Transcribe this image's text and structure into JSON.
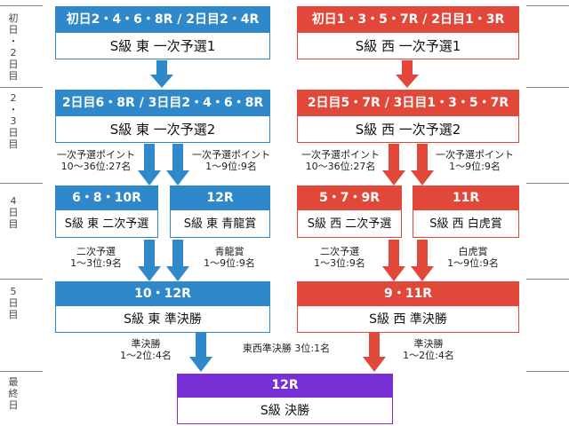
{
  "colors": {
    "east": "#2f88c9",
    "west": "#e2483a",
    "final": "#7730d6"
  },
  "days": {
    "d1": "初\n日\n・\n2\n日\n目",
    "d2": "2\n・\n3\n日\n目",
    "d3": "4\n日\n目",
    "d4": "5\n日\n目",
    "d5": "最\n終\n日"
  },
  "boxes": {
    "e1": {
      "races": "初日2・4・6・8R / 2日目2・4R",
      "name": "S級 東 一次予選1"
    },
    "w1": {
      "races": "初日1・3・5・7R / 2日目1・3R",
      "name": "S級 西 一次予選1"
    },
    "e2": {
      "races": "2日目6・8R / 3日目2・4・6・8R",
      "name": "S級 東 一次予選2"
    },
    "w2": {
      "races": "2日目5・7R / 3日目1・3・5・7R",
      "name": "S級 西 一次予選2"
    },
    "e3a": {
      "races": "6・8・10R",
      "name": "S級 東 二次予選"
    },
    "e3b": {
      "races": "12R",
      "name": "S級 東 青龍賞"
    },
    "w3a": {
      "races": "5・7・9R",
      "name": "S級 西 二次予選"
    },
    "w3b": {
      "races": "11R",
      "name": "S級 西 白虎賞"
    },
    "e4": {
      "races": "10・12R",
      "name": "S級 東 準決勝"
    },
    "w4": {
      "races": "9・11R",
      "name": "S級 西 準決勝"
    },
    "f": {
      "races": "12R",
      "name": "S級 決勝"
    }
  },
  "labels": {
    "e_pt_l": {
      "l1": "一次予選ポイント",
      "l2": "10〜36位:27名"
    },
    "e_pt_r": {
      "l1": "一次予選ポイント",
      "l2": "1〜9位:9名"
    },
    "w_pt_l": {
      "l1": "一次予選ポイント",
      "l2": "10〜36位:27名"
    },
    "w_pt_r": {
      "l1": "一次予選ポイント",
      "l2": "1〜9位:9名"
    },
    "e_2nd": {
      "l1": "二次予選",
      "l2": "1〜3位:9名"
    },
    "e_sei": {
      "l1": "青龍賞",
      "l2": "1〜9位:9名"
    },
    "w_2nd": {
      "l1": "二次予選",
      "l2": "1〜3位:9名"
    },
    "w_byk": {
      "l1": "白虎賞",
      "l2": "1〜9位:9名"
    },
    "e_semi": {
      "l1": "準決勝",
      "l2": "1〜2位:4名"
    },
    "mid": {
      "l1": "東西準決勝 3位:1名"
    },
    "w_semi": {
      "l1": "準決勝",
      "l2": "1〜2位:4名"
    }
  }
}
